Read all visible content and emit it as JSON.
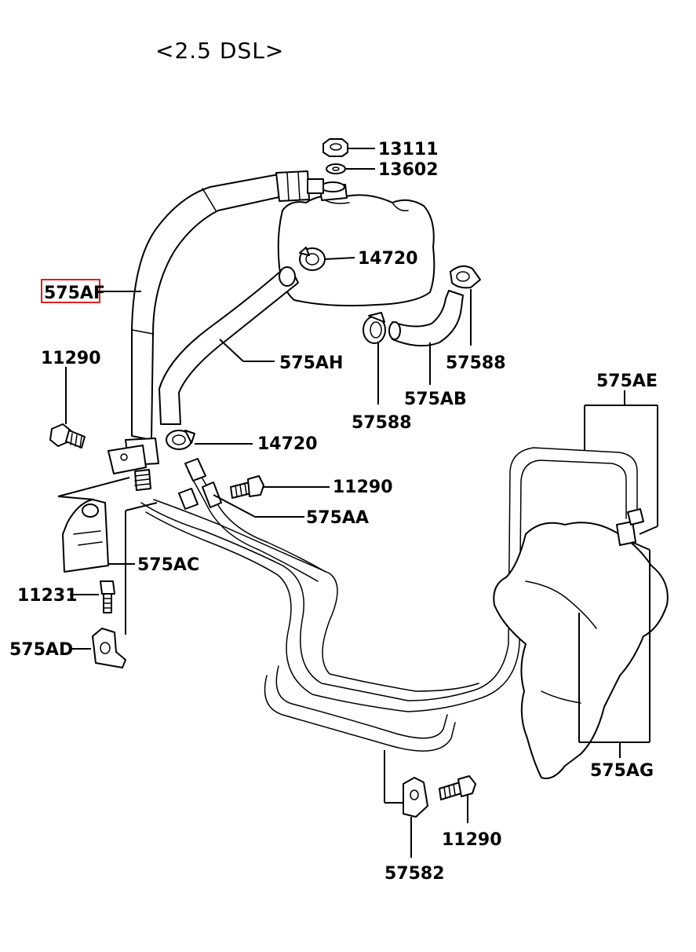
{
  "title": "<2.5 DSL>",
  "highlight_color": "#e02020",
  "labels": {
    "p13111": "13111",
    "p13602": "13602",
    "p14720_top": "14720",
    "p575AF": "575AF",
    "p575AH": "575AH",
    "p57588_right": "57588",
    "p575AB": "575AB",
    "p57588_left": "57588",
    "p11290_left": "11290",
    "p14720_mid": "14720",
    "p575AE": "575AE",
    "p11290_mid": "11290",
    "p575AA": "575AA",
    "p575AC": "575AC",
    "p11231": "11231",
    "p575AD": "575AD",
    "p575AG": "575AG",
    "p11290_bottom": "11290",
    "p57582": "57582"
  },
  "highlighted_part": "575AF"
}
